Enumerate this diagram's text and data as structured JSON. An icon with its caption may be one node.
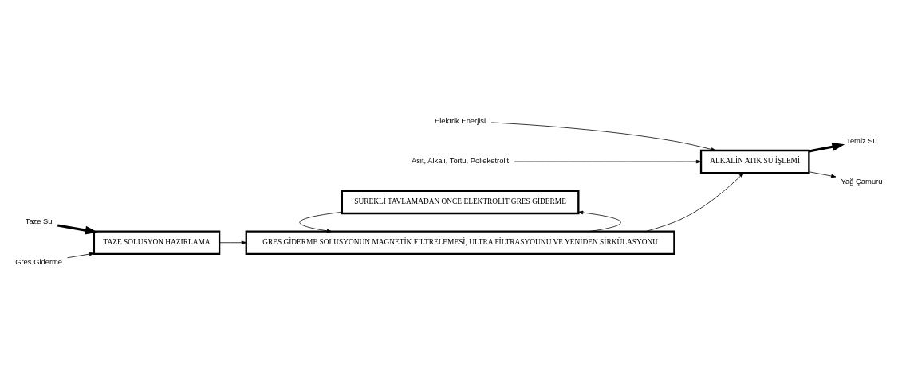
{
  "diagram": {
    "nodes": [
      {
        "text": [
          "Taze Su"
        ]
      },
      {
        "text": [
          "TAZE SOLUSYON HAZIRLAMA"
        ]
      },
      {
        "text": [
          "Gres Giderme"
        ]
      },
      {
        "text": [
          "SÜREKLİ TAVLAMADAN ONCE ELEKTROLİT GRES GİDERME"
        ]
      },
      {
        "text": [
          "GRES GİDERME SOLUSYONUN MAGNETİK FİLTRELEMESİ, ULTRA FİLTRASYOUNU VE YENİDEN SİRKÜLASYONU"
        ]
      },
      {
        "text": [
          "Elektrik Enerjisi"
        ]
      },
      {
        "text": [
          "Asit, Alkali, Tortu, Polieketrolit"
        ]
      },
      {
        "text": [
          "ALKALİN ATIK SU İŞLEMİ"
        ]
      },
      {
        "text": [
          "Temiz Su"
        ]
      },
      {
        "text": [
          "Yağ Çamuru"
        ]
      }
    ],
    "edges": [
      {
        "from": 0,
        "to": 1,
        "arrow": "to",
        "style": "thick"
      },
      {
        "from": 2,
        "to": 1,
        "arrow": "to"
      },
      {
        "from": 1,
        "to": 4,
        "arrow": "to"
      },
      {
        "from": 4,
        "to": 3,
        "arrow": "to"
      },
      {
        "from": 3,
        "to": 4,
        "arrow": "to"
      },
      {
        "from": 4,
        "to": 7,
        "arrow": "to"
      },
      {
        "from": 5,
        "to": 7,
        "arrow": "to"
      },
      {
        "from": 6,
        "to": 7,
        "arrow": "to"
      },
      {
        "from": 7,
        "to": 8,
        "arrow": "to",
        "style": "thick"
      },
      {
        "from": 7,
        "to": 9,
        "arrow": "to"
      }
    ]
  }
}
